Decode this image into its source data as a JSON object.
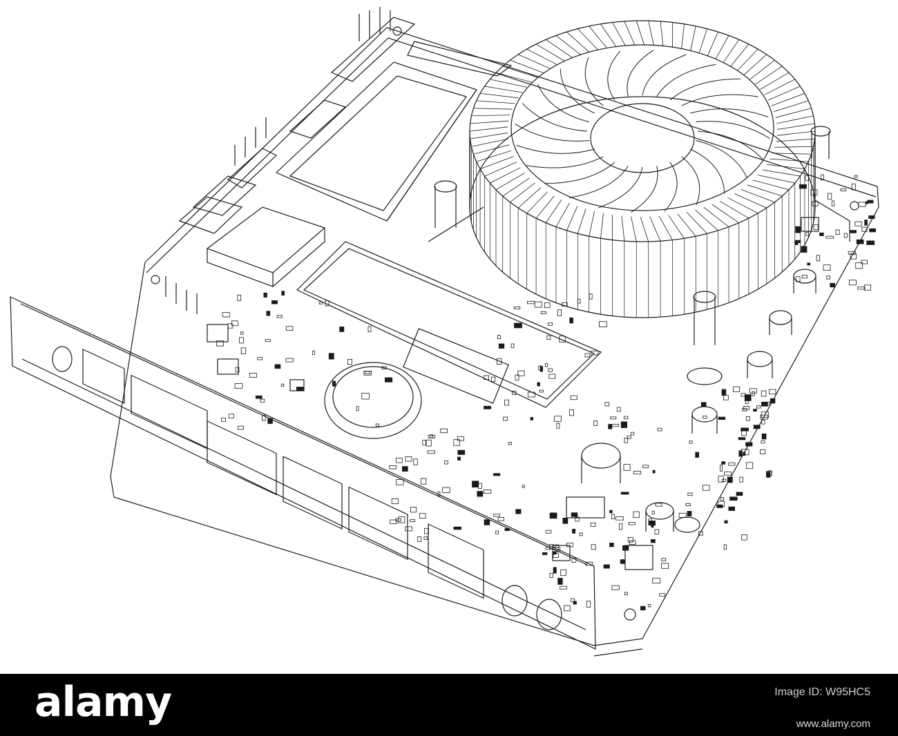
{
  "colors": {
    "background": "#ffffff",
    "line_art": "#1a1a1a",
    "footer_background": "#000000",
    "footer_text": "#ffffff"
  },
  "footer": {
    "logo_text": "alamy",
    "image_id_label": "Image ID: W95HC5",
    "url": "www.alamy.com"
  }
}
